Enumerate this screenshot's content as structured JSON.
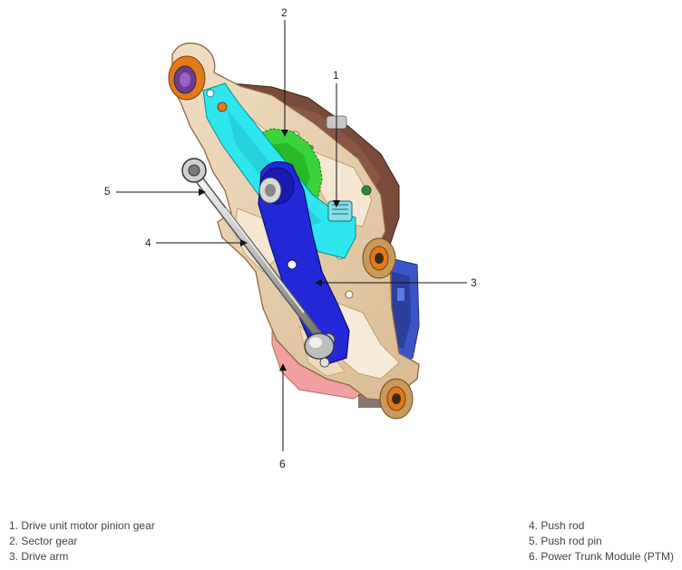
{
  "callouts": [
    {
      "num": "1",
      "label": "Drive unit motor pinion gear"
    },
    {
      "num": "2",
      "label": "Sector gear"
    },
    {
      "num": "3",
      "label": "Drive arm"
    },
    {
      "num": "4",
      "label": "Push rod"
    },
    {
      "num": "5",
      "label": "Push rod pin"
    },
    {
      "num": "6",
      "label": "Power Trunk Module (PTM)"
    }
  ],
  "legend": {
    "left": [
      "1. Drive unit motor pinion gear",
      "2. Sector gear",
      "3. Drive arm"
    ],
    "right": [
      "4. Push rod",
      "5. Push rod pin",
      "6. Power Trunk Module (PTM)"
    ]
  },
  "colors": {
    "bracket": "#e9d2b0",
    "bracket_edge": "#8a6a40",
    "sector_gear": "#3ad43a",
    "drive_arm": "#2228d8",
    "upper_arm": "#2ee6ee",
    "ptm_body": "#f2a0a0",
    "motor_housing": "#7a4a3a",
    "blue_part": "#3a55c8",
    "push_rod": "#c8c8c8",
    "bushing": "#e07a1a"
  }
}
